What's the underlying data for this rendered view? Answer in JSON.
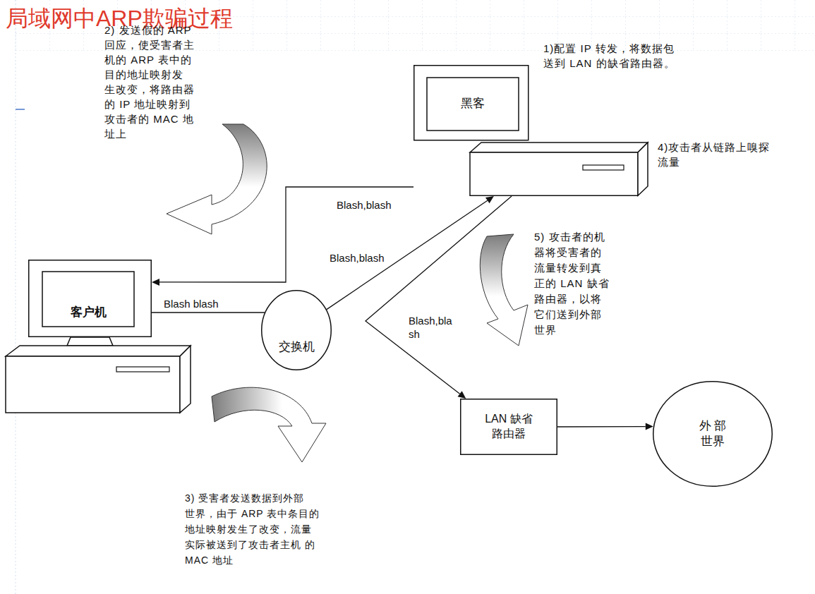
{
  "diagram": {
    "title": "局域网中ARP欺骗过程",
    "nodes": [
      {
        "text": [
          "黑客"
        ]
      },
      {
        "text": [
          "客户机"
        ]
      },
      {
        "text": [
          "交换机"
        ]
      },
      {
        "text": [
          "LAN 缺省 路由器"
        ]
      },
      {
        "text": [
          "外 部 世界"
        ]
      }
    ],
    "edges": [
      {
        "from": 1,
        "to": 2,
        "arrow": "none",
        "label": "Blash blash"
      },
      {
        "from": 2,
        "to": 0,
        "arrow": "to",
        "label": "Blash,blash"
      },
      {
        "from": 0,
        "to": 3,
        "arrow": "to",
        "label": "Blash,bla sh"
      },
      {
        "from": 0,
        "to": 1,
        "arrow": "to",
        "label": "Blash,blash"
      },
      {
        "from": 3,
        "to": 4,
        "arrow": "to"
      }
    ],
    "labels": [
      "1)配置 IP 转发，将数据包 送到 LAN 的缺省路由器。",
      "2) 发送假的 ARP 回应，使受害者主 机的 ARP 表中的 目的地址映射发 生改变，将路由器 的 IP 地址映射到 攻击者的 MAC 地 址上",
      "4)攻击者从链路上嗅探 流量",
      "5) 攻击者的机 器将受害者的 流量转发到真 正的 LAN 缺省 路由器，以将 它们送到外部 世界",
      "3) 受害者发送数据到外部 世界，由于 ARP 表中条目的 地址映射发生了改变，流量 实际被送到了攻击者主机 的 MAC 地址"
    ]
  }
}
